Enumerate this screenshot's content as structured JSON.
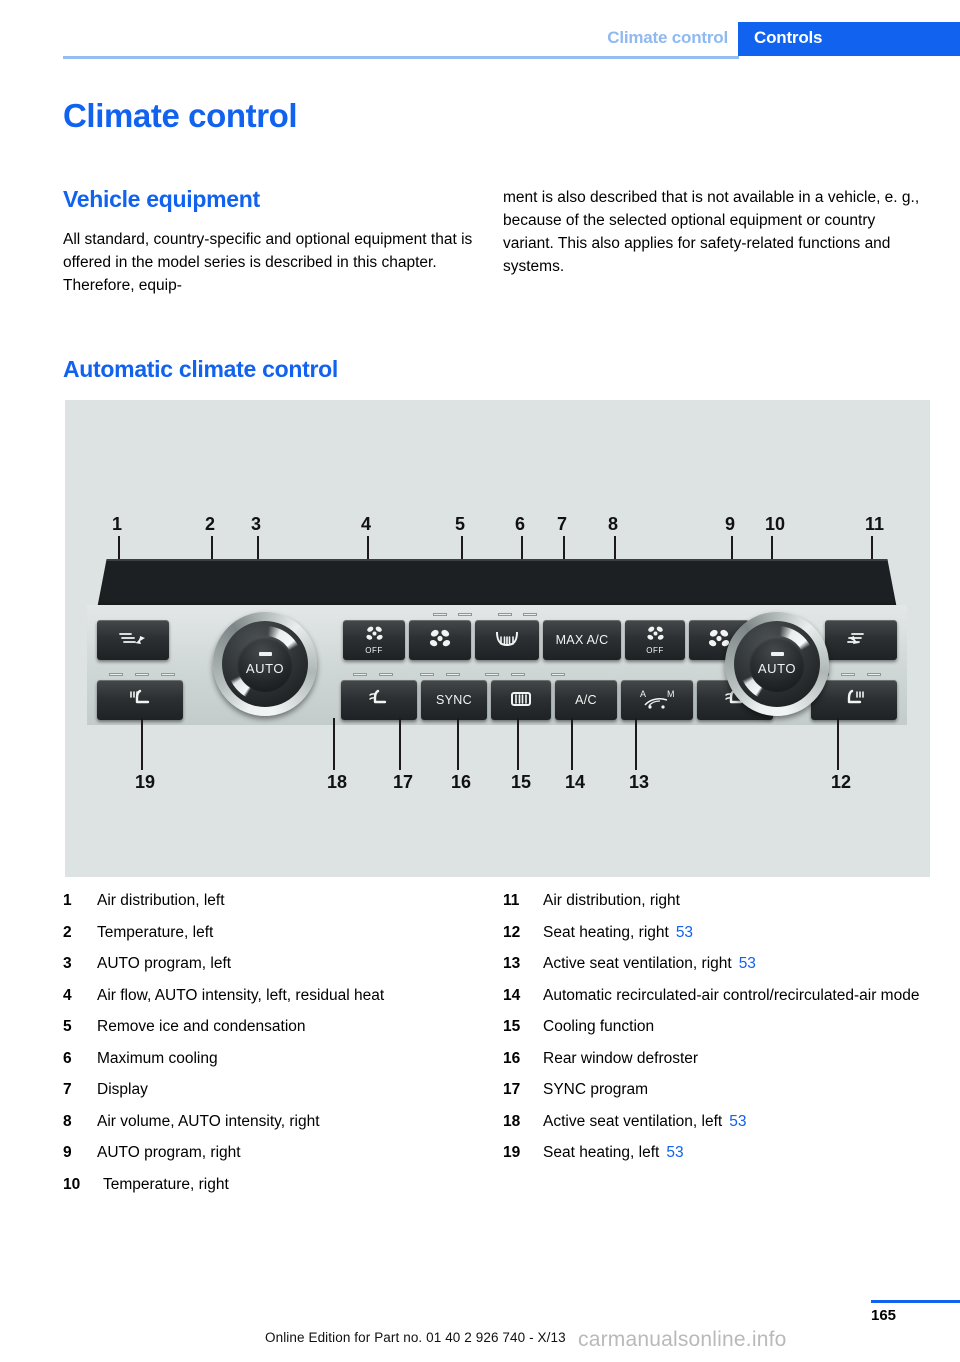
{
  "header": {
    "chapter": "Climate control",
    "section": "Controls"
  },
  "page_title": "Climate control",
  "sections": {
    "vehicle_equipment": {
      "heading": "Vehicle equipment",
      "col_left": "All standard, country-specific and optional equipment that is offered in the model series is described in this chapter. Therefore, equip-",
      "col_right": "ment is also described that is not available in a vehicle, e. g., because of the selected optional equipment or country variant. This also applies for safety-related functions and systems."
    },
    "automatic_climate_control": {
      "heading": "Automatic climate control"
    }
  },
  "figure": {
    "alt": "automatic-climate-control-panel",
    "callouts_top": [
      "1",
      "2",
      "3",
      "4",
      "5",
      "6",
      "7",
      "8",
      "9",
      "10",
      "11"
    ],
    "callouts_bottom": [
      "19",
      "18",
      "17",
      "16",
      "15",
      "14",
      "13",
      "12"
    ],
    "buttons": {
      "air_distribution_left": "air-distribution-icon",
      "auto_left": "AUTO",
      "fan_off_left": "OFF",
      "fan_up_left": "fan-icon",
      "defrost_front": "windshield-defrost-icon",
      "max_ac": "MAX A/C",
      "fan_off_right": "OFF",
      "fan_up_right": "fan-icon",
      "auto_right": "AUTO",
      "air_distribution_right": "air-distribution-icon",
      "seat_heating_left": "seat-heating-icon",
      "seat_vent_left": "seat-ventilation-icon",
      "sync": "SYNC",
      "rear_defroster": "rear-window-defrost-icon",
      "ac": "A/C",
      "recirc_a": "A",
      "recirc_m": "M",
      "seat_vent_right": "seat-ventilation-icon",
      "seat_heating_right": "seat-heating-icon"
    }
  },
  "legend_left": [
    {
      "num": "1",
      "text": "Air distribution, left"
    },
    {
      "num": "2",
      "text": "Temperature, left"
    },
    {
      "num": "3",
      "text": "AUTO program, left"
    },
    {
      "num": "4",
      "text": "Air flow, AUTO intensity, left, residual heat"
    },
    {
      "num": "5",
      "text": "Remove ice and condensation"
    },
    {
      "num": "6",
      "text": "Maximum cooling"
    },
    {
      "num": "7",
      "text": "Display"
    },
    {
      "num": "8",
      "text": "Air volume, AUTO intensity, right"
    },
    {
      "num": "9",
      "text": "AUTO program, right"
    },
    {
      "num": "10",
      "text": "Temperature, right"
    }
  ],
  "legend_right": [
    {
      "num": "11",
      "text": "Air distribution, right",
      "ref": ""
    },
    {
      "num": "12",
      "text": "Seat heating, right",
      "ref": "53"
    },
    {
      "num": "13",
      "text": "Active seat ventilation, right",
      "ref": "53"
    },
    {
      "num": "14",
      "text": "Automatic recirculated-air control/recirculated-air mode",
      "ref": ""
    },
    {
      "num": "15",
      "text": "Cooling function",
      "ref": ""
    },
    {
      "num": "16",
      "text": "Rear window defroster",
      "ref": ""
    },
    {
      "num": "17",
      "text": "SYNC program",
      "ref": ""
    },
    {
      "num": "18",
      "text": "Active seat ventilation, left",
      "ref": "53"
    },
    {
      "num": "19",
      "text": "Seat heating, left",
      "ref": "53"
    }
  ],
  "footer": {
    "note": "Online Edition for Part no. 01 40 2 926 740 - X/13",
    "page_number": "165",
    "watermark": "carmanualsonline.info"
  },
  "colors": {
    "accent_blue": "#1062ef",
    "muted_blue": "#8fb9f0",
    "figure_bg": "#dde2e2"
  }
}
